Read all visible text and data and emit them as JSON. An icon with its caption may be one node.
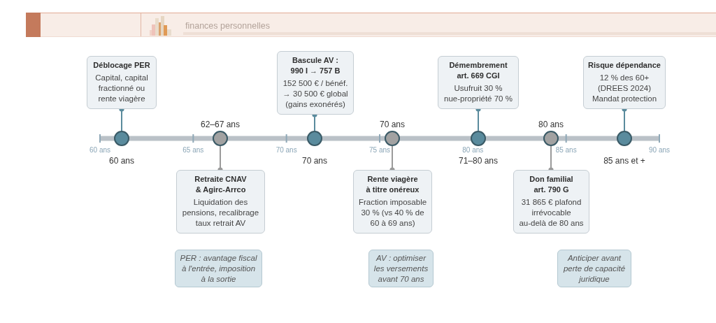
{
  "diagram": {
    "title": "finances personnelles",
    "nodes": [
      {
        "text": [
          "Déblocage PER",
          "Capital, capital fractionné ou rente viagère"
        ]
      },
      {
        "text": [
          "Bascule AV : 990 I → 757 B",
          "152 500 € / bénéf. → 30 500 € global (gains exonérés)"
        ]
      },
      {
        "text": [
          "Démembrement art. 669 CGI",
          "Usufruit 30 % nue-propriété 70 %"
        ]
      },
      {
        "text": [
          "Risque dépendance",
          "12 % des 60+ (DREES 2024) Mandat protection"
        ]
      },
      {
        "text": [],
        "shape": "circle",
        "beside": [
          "60 ans"
        ]
      },
      {
        "text": [],
        "shape": "circle",
        "beside": [
          "62–67 ans"
        ]
      },
      {
        "text": [],
        "shape": "circle",
        "beside": [
          "70 ans"
        ]
      },
      {
        "text": [],
        "shape": "circle",
        "beside": [
          "70 ans"
        ]
      },
      {
        "text": [],
        "shape": "circle",
        "beside": [
          "71–80 ans"
        ]
      },
      {
        "text": [],
        "shape": "circle",
        "beside": [
          "80 ans"
        ]
      },
      {
        "text": [],
        "shape": "circle",
        "beside": [
          "85 ans et +"
        ]
      },
      {
        "text": [
          "Retraite CNAV & Agirc-Arrco",
          "Liquidation des pensions, recalibrage taux retrait AV"
        ]
      },
      {
        "text": [
          "Rente viagère à titre onéreux",
          "Fraction imposable 30 % (vs 40 % de 60 à 69 ans)"
        ]
      },
      {
        "text": [
          "Don familial art. 790 G",
          "31 865 € plafond irrévocable au-delà de 80 ans"
        ]
      },
      {
        "text": [
          "PER : avantage fiscal à l'entrée, imposition à la sortie"
        ]
      },
      {
        "text": [
          "AV : optimiser les versements avant 70 ans"
        ]
      },
      {
        "text": [
          "Anticiper avant perte de capacité juridique"
        ]
      }
    ],
    "edges": [
      {
        "from": 4,
        "to": 0,
        "arrow": "other"
      },
      {
        "from": 5,
        "to": 11,
        "arrow": "other",
        "color": "#9a9a9a"
      },
      {
        "from": 6,
        "to": 1,
        "arrow": "other"
      },
      {
        "from": 7,
        "to": 12,
        "arrow": "other",
        "color": "#9a9a9a"
      },
      {
        "from": 8,
        "to": 2,
        "arrow": "other"
      },
      {
        "from": 9,
        "to": 13,
        "arrow": "other",
        "color": "#9a9a9a"
      },
      {
        "from": 10,
        "to": 3,
        "arrow": "other"
      }
    ],
    "labels": [
      "60 ans",
      "65 ans",
      "70 ans",
      "75 ans",
      "80 ans",
      "85 ans",
      "90 ans"
    ]
  }
}
